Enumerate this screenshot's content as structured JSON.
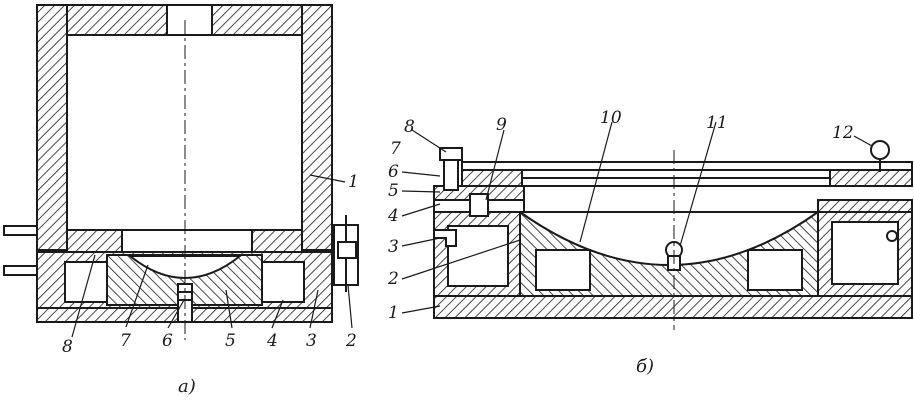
{
  "figure_a": {
    "caption": "а)",
    "callouts": [
      "1",
      "2",
      "3",
      "4",
      "5",
      "6",
      "7",
      "8"
    ]
  },
  "figure_b": {
    "caption": "б)",
    "callouts": [
      "1",
      "2",
      "3",
      "4",
      "5",
      "6",
      "7",
      "8",
      "9",
      "10",
      "11",
      "12"
    ]
  }
}
